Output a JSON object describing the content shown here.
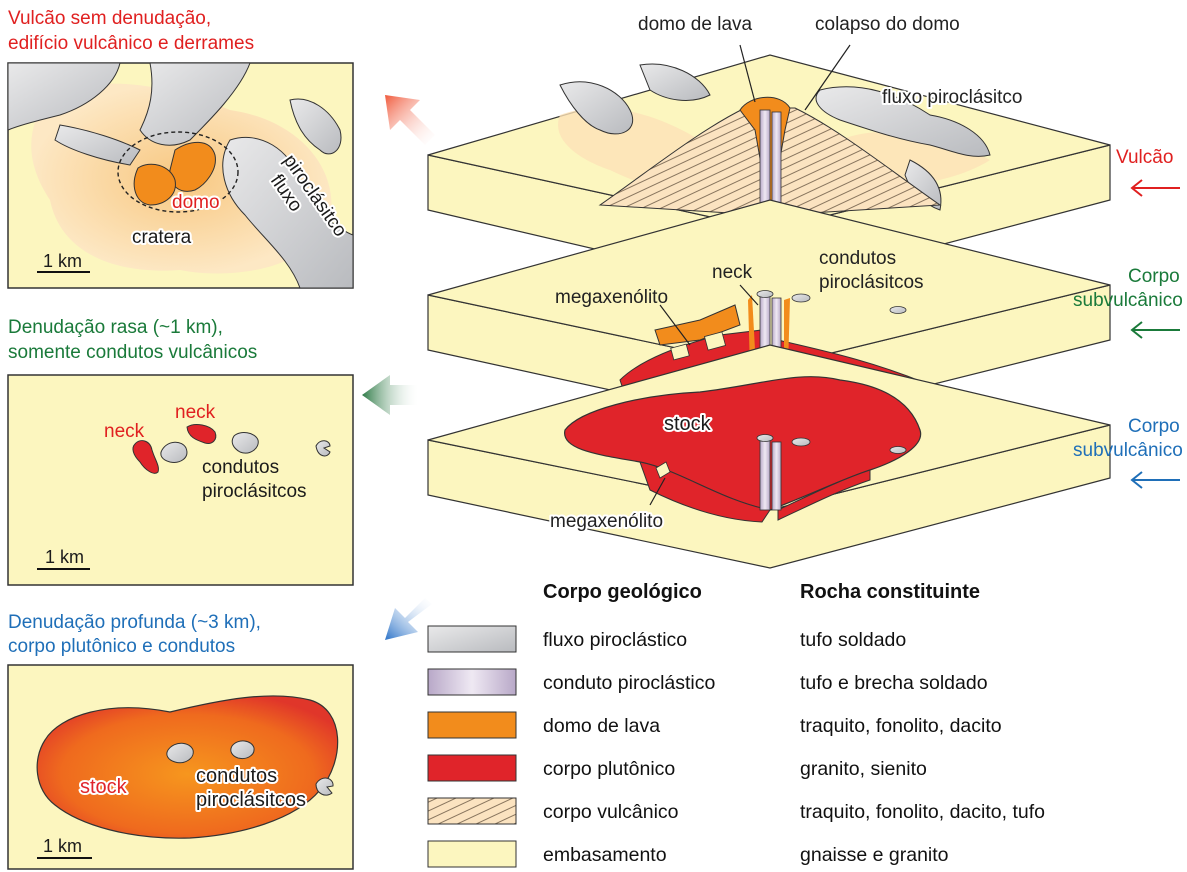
{
  "panels": {
    "volcano": {
      "title_line1": "Vulcão sem denudação,",
      "title_line2": "edifício vulcânico e derrames",
      "label_domo": "domo",
      "label_cratera": "cratera",
      "label_fluxo": "fluxo",
      "label_piroclasitco": "piroclásitco",
      "scale": "1 km",
      "color": "#e02020"
    },
    "shallow": {
      "title_line1": "Denudação rasa (~1 km),",
      "title_line2": "somente condutos vulcânicos",
      "label_neck_a": "neck",
      "label_neck_b": "neck",
      "label_condutos": "condutos",
      "label_piroclasitcos": "piroclásitcos",
      "scale": "1 km",
      "color": "#1a7a3a"
    },
    "deep": {
      "title_line1": "Denudação profunda (~3 km),",
      "title_line2": "corpo plutônico e condutos",
      "label_stock": "stock",
      "label_condutos": "condutos",
      "label_piroclasitcos": "piroclásitcos",
      "scale": "1 km",
      "color": "#1f6fb8"
    }
  },
  "block_diagram": {
    "top": {
      "label_domo_de_lava": "domo de lava",
      "label_colapso": "colapso do domo",
      "label_fluxo": "fluxo piroclásitco",
      "side_label": "Vulcão"
    },
    "middle": {
      "label_neck": "neck",
      "label_condutos_1": "condutos",
      "label_condutos_2": "piroclásitcos",
      "label_megaxenolito": "megaxenólito",
      "side_label_1": "Corpo",
      "side_label_2": "subvulcânico"
    },
    "bottom": {
      "label_stock": "stock",
      "label_megaxenolito": "megaxenólito",
      "side_label_1": "Corpo",
      "side_label_2": "subvulcânico"
    }
  },
  "legend": {
    "header_body": "Corpo geológico",
    "header_rock": "Rocha constituinte",
    "items": [
      {
        "body": "fluxo piroclástico",
        "rock": "tufo soldado",
        "swatch": "gray"
      },
      {
        "body": "conduto piroclástico",
        "rock": "tufo e brecha soldado",
        "swatch": "lavender"
      },
      {
        "body": "domo de lava",
        "rock": "traquito, fonolito, dacito",
        "swatch": "orange"
      },
      {
        "body": "corpo plutônico",
        "rock": "granito, sienito",
        "swatch": "red"
      },
      {
        "body": "corpo vulcânico",
        "rock": "traquito, fonolito, dacito, tufo",
        "swatch": "hatched"
      },
      {
        "body": "embasamento",
        "rock": "gnaisse e granito",
        "swatch": "cream"
      }
    ]
  },
  "colors": {
    "embasamento": "#fcf6bf",
    "fluxo": "#cfd0d3",
    "conduto": "#d9cfe0",
    "domo": "#f28c1c",
    "plutonico": "#e0242a",
    "halo_orange": "#fde2b8"
  }
}
